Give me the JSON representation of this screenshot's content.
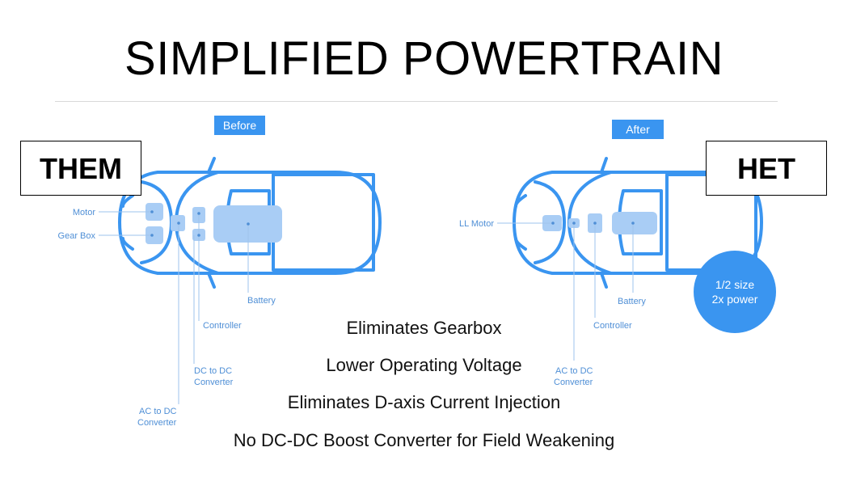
{
  "title": "SIMPLIFIED POWERTRAIN",
  "left": {
    "tag": "Before",
    "box": "THEM",
    "labels": {
      "motor": "Motor",
      "gearbox": "Gear Box",
      "battery": "Battery",
      "controller": "Controller",
      "dcdc_1": "DC to DC",
      "dcdc_2": "Converter",
      "acdc_1": "AC to DC",
      "acdc_2": "Converter"
    }
  },
  "right": {
    "tag": "After",
    "box": "HET",
    "labels": {
      "motor": "LL Motor",
      "battery": "Battery",
      "controller": "Controller",
      "acdc_1": "AC to DC",
      "acdc_2": "Converter"
    },
    "badge_line1": "1/2 size",
    "badge_line2": "2x power"
  },
  "points": [
    "Eliminates Gearbox",
    "Lower Operating Voltage",
    "Eliminates D-axis Current Injection",
    "No DC-DC Boost Converter for Field Weakening"
  ],
  "colors": {
    "accent": "#3a95f0",
    "component_fill": "#a9cdf5",
    "label": "#4f8fd6"
  }
}
